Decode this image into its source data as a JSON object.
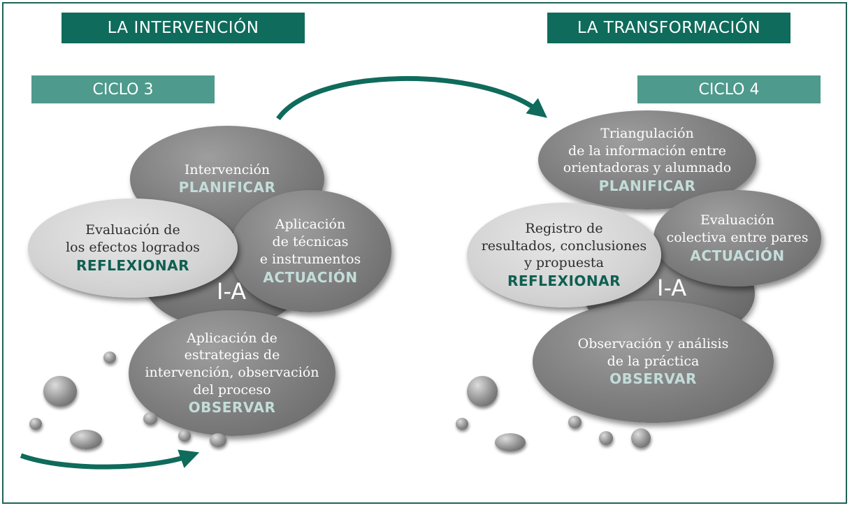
{
  "colors": {
    "banner": "#0f6b5b",
    "cycle": "#4e9a8c",
    "accent_text": "#c3ddd8",
    "reflect_text": "#0f5f52",
    "arrow": "#0f6b5b"
  },
  "left": {
    "banner": "LA INTERVENCIÓN",
    "cycle": "CICLO 3",
    "center_label": "I-A",
    "plan": {
      "lines": [
        "Intervención"
      ],
      "keyword": "PLANIFICAR"
    },
    "reflect": {
      "lines": [
        "Evaluación de",
        "los efectos logrados"
      ],
      "keyword": "REFLEXIONAR"
    },
    "act": {
      "lines": [
        "Aplicación",
        "de técnicas",
        "e instrumentos"
      ],
      "keyword": "ACTUACIÓN"
    },
    "observe": {
      "lines": [
        "Aplicación de",
        "estrategias de",
        "intervención, observación",
        "del proceso"
      ],
      "keyword": "OBSERVAR"
    }
  },
  "right": {
    "banner": "LA TRANSFORMACIÓN",
    "cycle": "CICLO 4",
    "center_label": "I-A",
    "plan": {
      "lines": [
        "Triangulación",
        "de la información entre",
        "orientadoras y alumnado"
      ],
      "keyword": "PLANIFICAR"
    },
    "reflect": {
      "lines": [
        "Registro de",
        "resultados, conclusiones",
        "y propuesta"
      ],
      "keyword": "REFLEXIONAR"
    },
    "act": {
      "lines": [
        "Evaluación",
        "colectiva entre pares"
      ],
      "keyword": "ACTUACIÓN"
    },
    "observe": {
      "lines": [
        "Observación y análisis",
        "de la práctica"
      ],
      "keyword": "OBSERVAR"
    }
  }
}
